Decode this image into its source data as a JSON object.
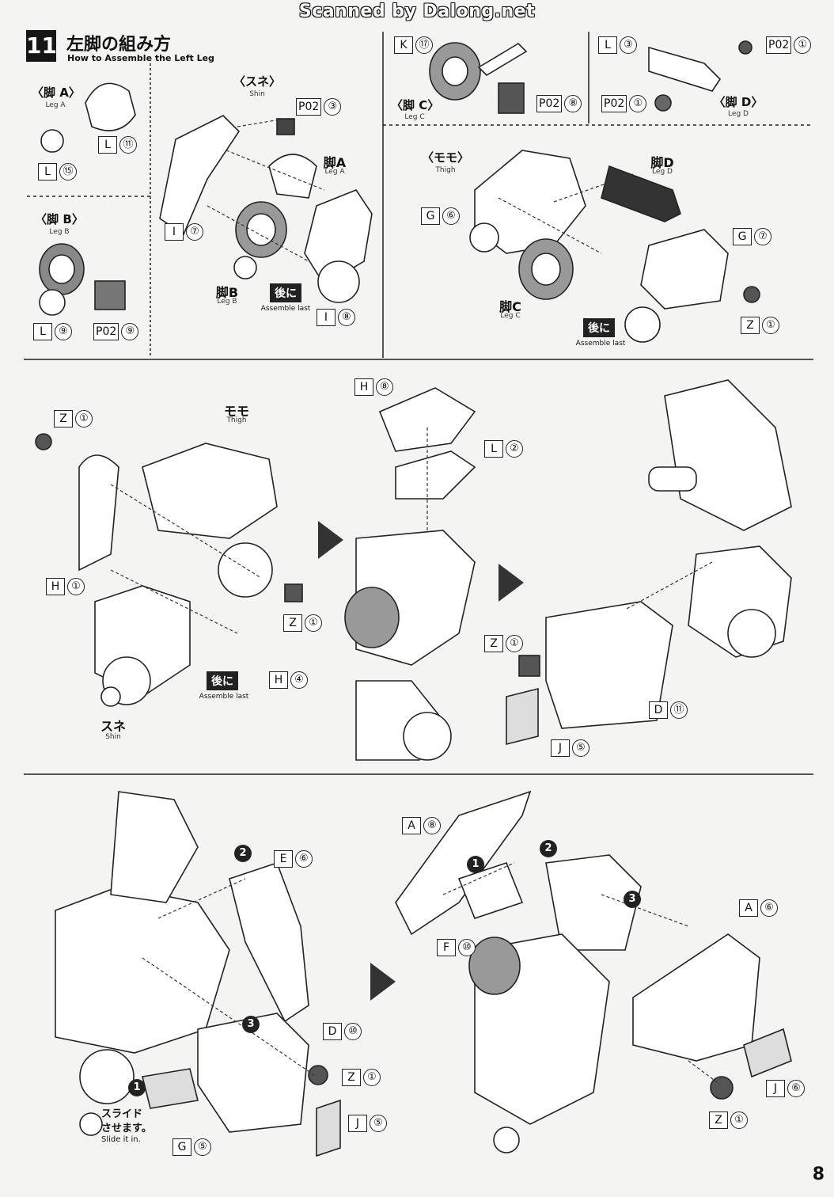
{
  "watermark": "Scanned by Dalong.net",
  "step": {
    "number": "11",
    "title_jp": "左脚の組み方",
    "title_en": "How to Assemble the Left Leg"
  },
  "labels": {
    "leg_a_jp": "〈脚 A〉",
    "leg_a_en": "Leg A",
    "leg_b_jp": "〈脚 B〉",
    "leg_b_en": "Leg B",
    "shin_jp": "〈スネ〉",
    "shin_en": "Shin",
    "leg_a_cap_jp": "脚A",
    "leg_a_cap_en": "Leg A",
    "leg_b_cap_jp": "脚B",
    "leg_b_cap_en": "Leg B",
    "leg_c_jp": "〈脚 C〉",
    "leg_c_en": "Leg C",
    "leg_d_jp": "〈脚 D〉",
    "leg_d_en": "Leg D",
    "thigh_jp": "〈モモ〉",
    "thigh_en": "Thigh",
    "leg_d_cap_jp": "脚D",
    "leg_d_cap_en": "Leg D",
    "leg_c_cap_jp": "脚C",
    "leg_c_cap_en": "Leg C",
    "momo_jp": "モモ",
    "momo_en": "Thigh",
    "sune_jp": "スネ",
    "sune_en": "Shin",
    "later_jp": "後に",
    "later_en": "Assemble last",
    "slide_jp1": "スライド",
    "slide_jp2": "させます。",
    "slide_en": "Slide it in."
  },
  "tags": {
    "t_L11": {
      "part": "L",
      "num": "⑪"
    },
    "t_L15": {
      "part": "L",
      "num": "⑮"
    },
    "t_L9": {
      "part": "L",
      "num": "⑨"
    },
    "t_P02_9": {
      "part": "P02",
      "num": "⑨"
    },
    "t_P02_3": {
      "part": "P02",
      "num": "③"
    },
    "t_I7": {
      "part": "I",
      "num": "⑦"
    },
    "t_I8": {
      "part": "I",
      "num": "⑧"
    },
    "t_K17": {
      "part": "K",
      "num": "⑰"
    },
    "t_P02_8": {
      "part": "P02",
      "num": "⑧"
    },
    "t_L3": {
      "part": "L",
      "num": "③"
    },
    "t_P02_1a": {
      "part": "P02",
      "num": "①"
    },
    "t_P02_1b": {
      "part": "P02",
      "num": "①"
    },
    "t_G6": {
      "part": "G",
      "num": "⑥"
    },
    "t_G7": {
      "part": "G",
      "num": "⑦"
    },
    "t_Z1a": {
      "part": "Z",
      "num": "①"
    },
    "t_Z1b": {
      "part": "Z",
      "num": "①"
    },
    "t_Z1c": {
      "part": "Z",
      "num": "①"
    },
    "t_Z1d": {
      "part": "Z",
      "num": "①"
    },
    "t_Z1e": {
      "part": "Z",
      "num": "①"
    },
    "t_Z1f": {
      "part": "Z",
      "num": "①"
    },
    "t_H1": {
      "part": "H",
      "num": "①"
    },
    "t_H4": {
      "part": "H",
      "num": "④"
    },
    "t_H8": {
      "part": "H",
      "num": "⑧"
    },
    "t_L2": {
      "part": "L",
      "num": "②"
    },
    "t_D11": {
      "part": "D",
      "num": "⑪"
    },
    "t_J5a": {
      "part": "J",
      "num": "⑤"
    },
    "t_E6": {
      "part": "E",
      "num": "⑥"
    },
    "t_D10": {
      "part": "D",
      "num": "⑩"
    },
    "t_J5b": {
      "part": "J",
      "num": "⑤"
    },
    "t_G5": {
      "part": "G",
      "num": "⑤"
    },
    "t_A8": {
      "part": "A",
      "num": "⑧"
    },
    "t_F10": {
      "part": "F",
      "num": "⑩"
    },
    "t_A6": {
      "part": "A",
      "num": "⑥"
    },
    "t_J6": {
      "part": "J",
      "num": "⑥"
    }
  },
  "order_markers": [
    "1",
    "2",
    "3"
  ],
  "page_number": "8"
}
